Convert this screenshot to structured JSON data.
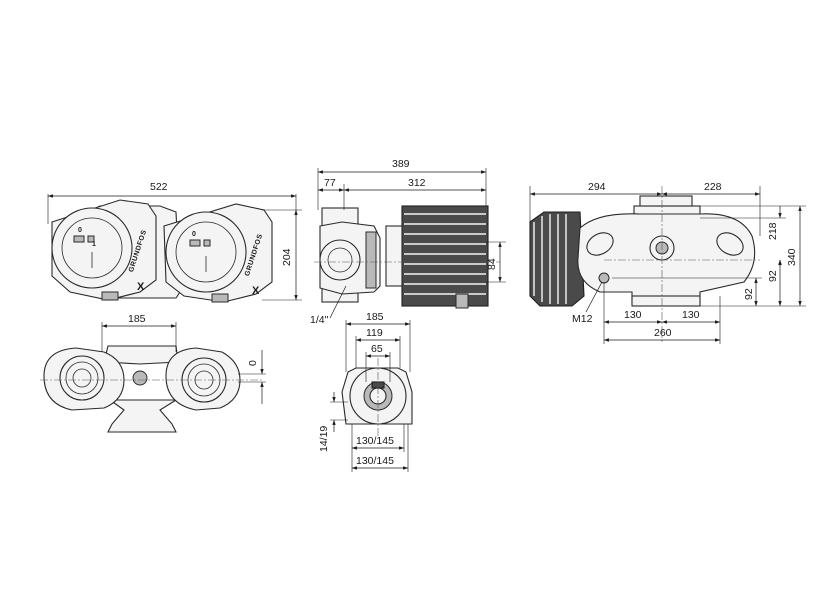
{
  "brand": {
    "wordmark": "GRUNDFOS",
    "logo_mark": "X"
  },
  "views": {
    "top_view": {
      "dims": {
        "overall_width": "522",
        "height": "204"
      }
    },
    "bottom_view": {
      "dims": {
        "port_spacing": "185",
        "offset": "0"
      }
    },
    "side_view": {
      "dims": {
        "overall_length": "389",
        "pump_body": "77",
        "motor_length": "312",
        "axis_height": "84",
        "gauge_port": "1/4\""
      }
    },
    "flange_view": {
      "dims": {
        "flange_width": "185",
        "body_width": "119",
        "bore": "65",
        "bolt_hole": "14/19",
        "bolt_circle_inner": "130/145",
        "bolt_circle_outer": "130/145"
      }
    },
    "end_view": {
      "dims": {
        "left_width": "294",
        "right_width": "228",
        "top_offset": "218",
        "overall_height": "340",
        "right_height": "92",
        "left_height": "92",
        "bolt_thread": "M12",
        "half_spacing_left": "130",
        "half_spacing_right": "130",
        "base_spacing": "260"
      }
    }
  }
}
